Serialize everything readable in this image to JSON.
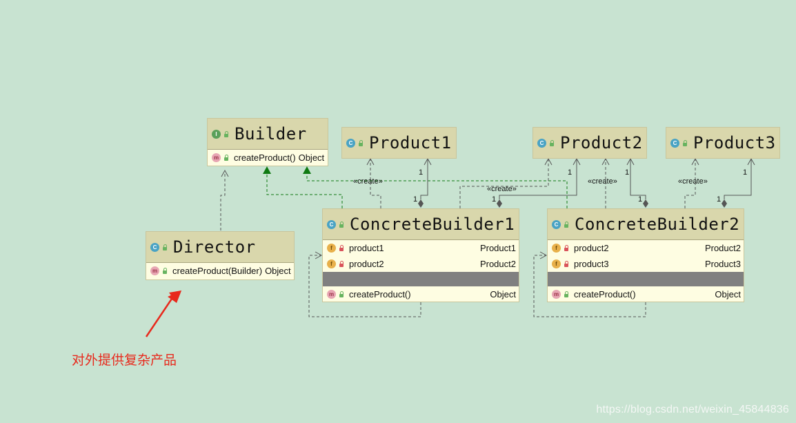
{
  "classes": {
    "builder": {
      "kind": "I",
      "name": "Builder",
      "members": [
        {
          "kind": "m",
          "name": "createProduct()",
          "type": "Object"
        }
      ]
    },
    "product1": {
      "kind": "C",
      "name": "Product1"
    },
    "product2": {
      "kind": "C",
      "name": "Product2"
    },
    "product3": {
      "kind": "C",
      "name": "Product3"
    },
    "director": {
      "kind": "C",
      "name": "Director",
      "members": [
        {
          "kind": "m",
          "name": "createProduct(Builder)",
          "type": "Object"
        }
      ]
    },
    "concrete_builder1": {
      "kind": "C",
      "name": "ConcreteBuilder1",
      "fields": [
        {
          "kind": "f",
          "name": "product1",
          "type": "Product1"
        },
        {
          "kind": "f",
          "name": "product2",
          "type": "Product2"
        }
      ],
      "methods": [
        {
          "kind": "m",
          "name": "createProduct()",
          "type": "Object"
        }
      ]
    },
    "concrete_builder2": {
      "kind": "C",
      "name": "ConcreteBuilder2",
      "fields": [
        {
          "kind": "f",
          "name": "product2",
          "type": "Product2"
        },
        {
          "kind": "f",
          "name": "product3",
          "type": "Product3"
        }
      ],
      "methods": [
        {
          "kind": "m",
          "name": "createProduct()",
          "type": "Object"
        }
      ]
    }
  },
  "labels": {
    "create": "«create»",
    "multiplicity": "1"
  },
  "annotation": "对外提供复杂产品",
  "watermark": "https://blog.csdn.net/weixin_45844836",
  "colors": {
    "background": "#c8e3d1",
    "class_header": "#d9d7ac",
    "class_body": "#fefde2",
    "realization": "#0f7a12",
    "annotation": "#e8291c"
  }
}
